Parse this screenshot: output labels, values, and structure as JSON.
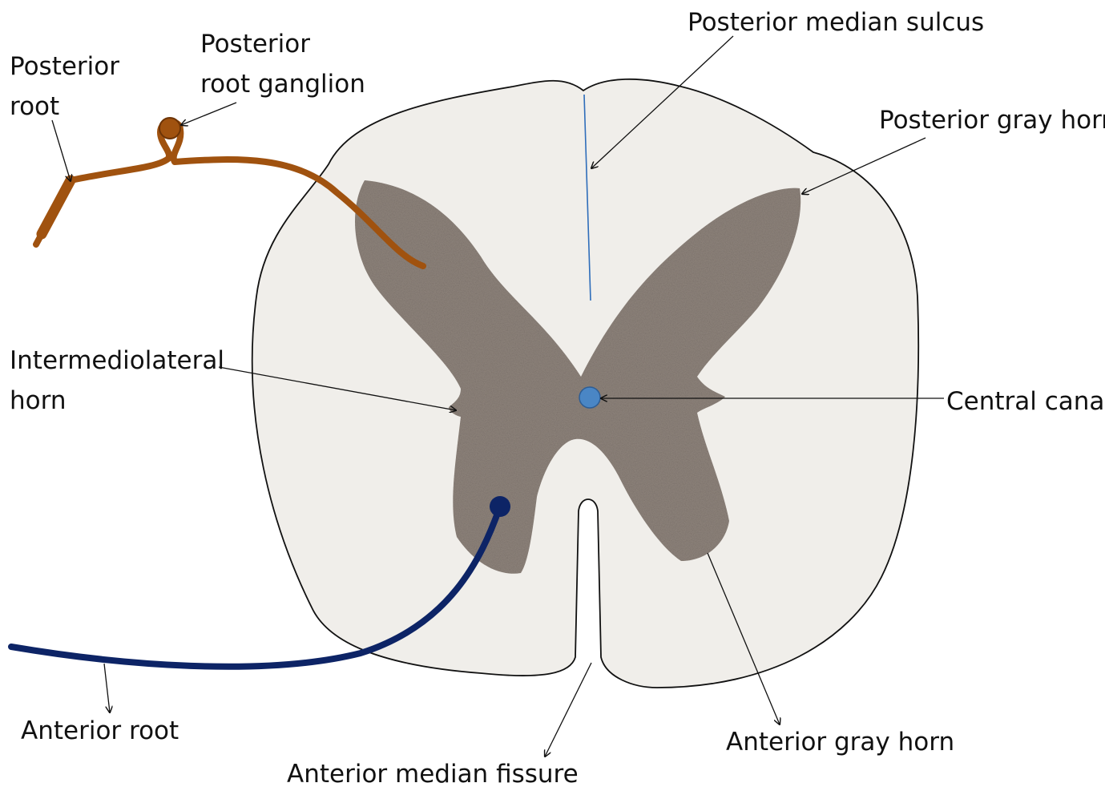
{
  "labels": {
    "posterior_root": [
      "Posterior",
      "root"
    ],
    "posterior_root_ganglion": [
      "Posterior",
      "root ganglion"
    ],
    "posterior_median_sulcus": "Posterior median sulcus",
    "posterior_gray_horn": "Posterior gray horn",
    "intermediolateral_horn": [
      "Intermediolateral",
      "horn"
    ],
    "central_canal": "Central canal",
    "anterior_root": "Anterior root",
    "anterior_median_fissure": "Anterior median fissure",
    "anterior_gray_horn": "Anterior gray horn"
  },
  "colors": {
    "white_matter": "#f0eeea",
    "gray_matter": "#8f847c",
    "posterior_root": "#a0520f",
    "anterior_root": "#0d2466",
    "central_canal": "#4a86c5",
    "sulcus_line": "#2e6dba",
    "outline": "#111111"
  }
}
